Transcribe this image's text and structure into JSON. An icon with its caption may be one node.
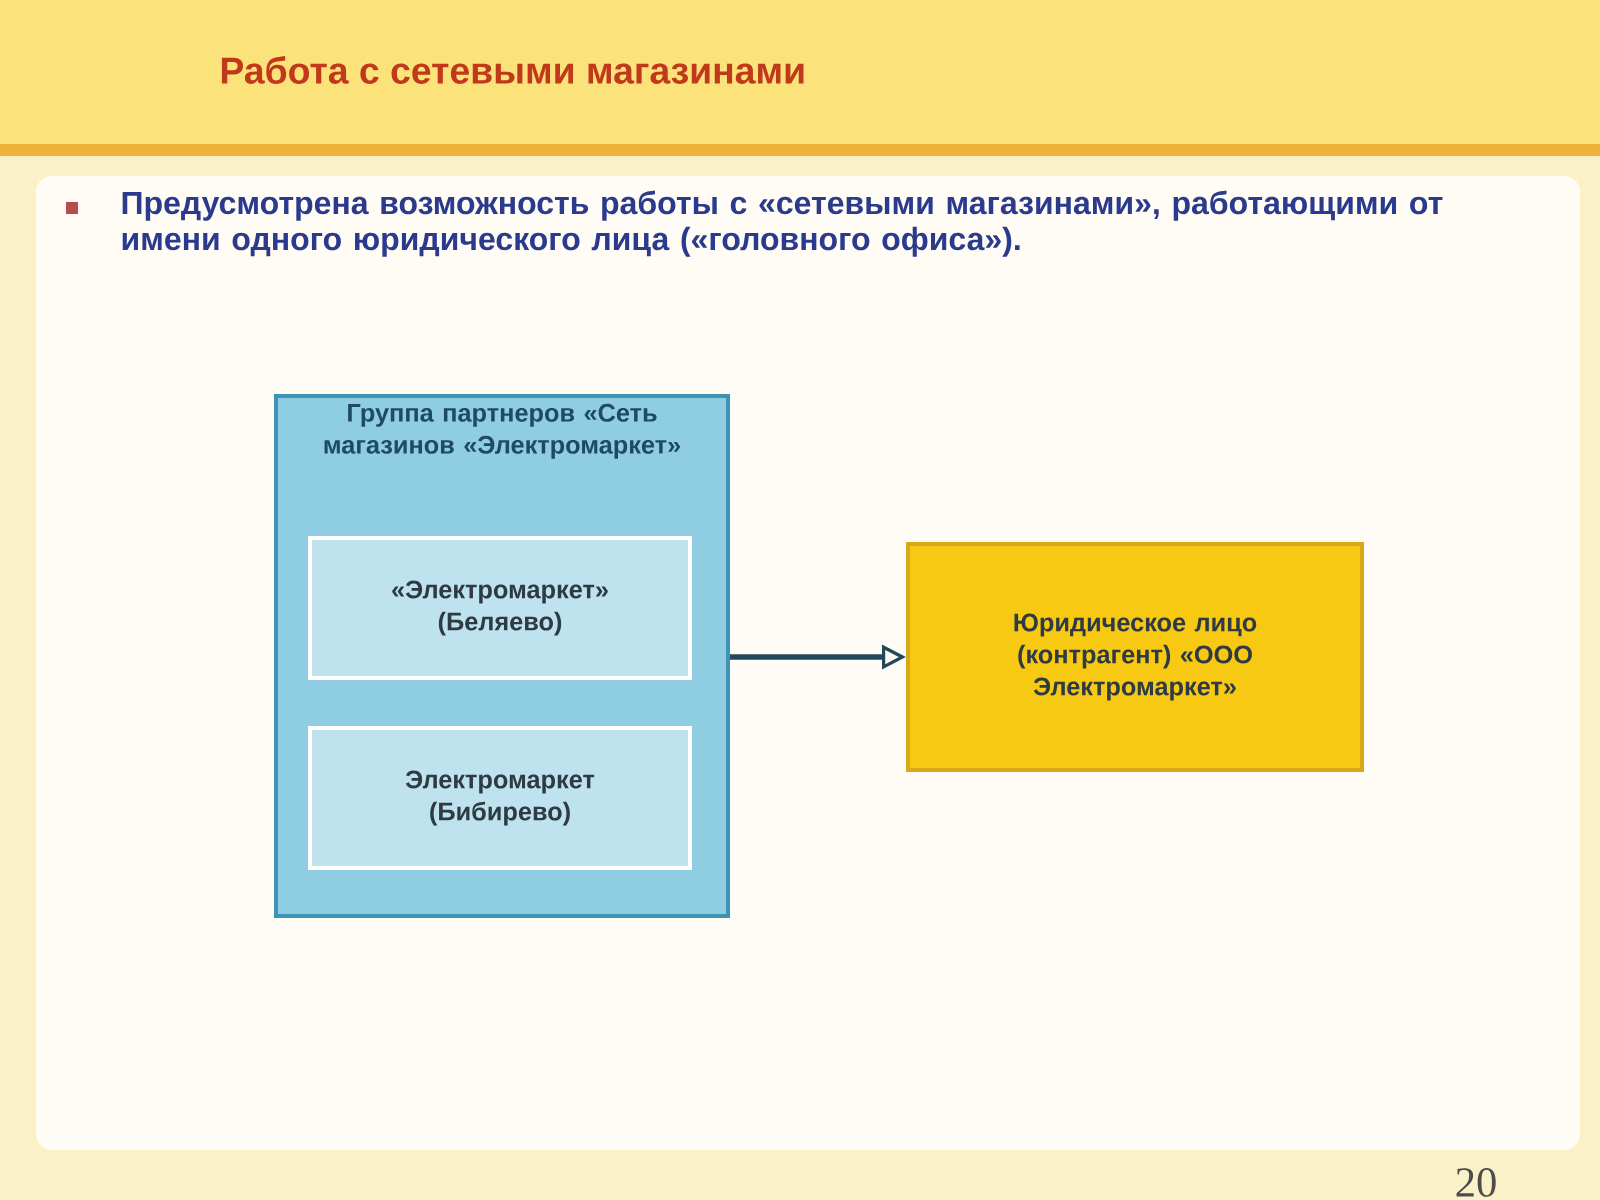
{
  "diagram": {
    "title": "Работа с сетевыми магазинами",
    "nodes": [
      {
        "text": [
          "Группа партнеров «Сеть магазинов «Электромаркет»"
        ]
      },
      {
        "text": [
          "«Электромаркет» (Беляево)"
        ],
        "in": 0
      },
      {
        "text": [
          "Электромаркет (Бибирево)"
        ],
        "in": 0
      },
      {
        "text": [
          "Юридическое лицо (контрагент) «ООО Электромаркет»"
        ]
      }
    ],
    "edges": [
      {
        "from": 0,
        "to": 3,
        "arrow": "to"
      }
    ],
    "labels": [
      "Предусмотрена возможность работы с «сетевыми магазинами», работающими от имени одного юридического лица («головного офиса»).",
      "20"
    ]
  }
}
